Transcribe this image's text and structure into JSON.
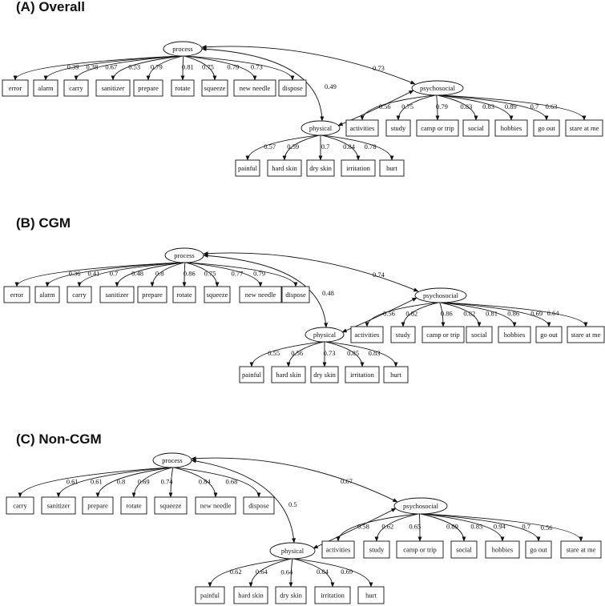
{
  "panels": [
    {
      "id": "overall",
      "title": "(A) Overall",
      "factors": {
        "process": "process",
        "physical": "physical",
        "psychosocial": "psychosocial"
      },
      "process_items": [
        {
          "label": "error",
          "loading": "0.39"
        },
        {
          "label": "alarm",
          "loading": "0.38"
        },
        {
          "label": "carry",
          "loading": "0.67"
        },
        {
          "label": "sanitizer",
          "loading": "0.53"
        },
        {
          "label": "prepare",
          "loading": "0.79"
        },
        {
          "label": "rotate",
          "loading": "0.81"
        },
        {
          "label": "squeeze",
          "loading": "0.75"
        },
        {
          "label": "new needle",
          "loading": "0.79"
        },
        {
          "label": "dispose",
          "loading": "0.73"
        }
      ],
      "physical_items": [
        {
          "label": "painful",
          "loading": "0.57"
        },
        {
          "label": "hard skin",
          "loading": "0.59"
        },
        {
          "label": "dry skin",
          "loading": "0.7"
        },
        {
          "label": "irritation",
          "loading": "0.84"
        },
        {
          "label": "hurt",
          "loading": "0.78"
        }
      ],
      "psychosocial_items": [
        {
          "label": "activities",
          "loading": "0.56"
        },
        {
          "label": "study",
          "loading": "0.75"
        },
        {
          "label": "camp or trip",
          "loading": "0.79"
        },
        {
          "label": "social",
          "loading": "0.83"
        },
        {
          "label": "hobbies",
          "loading": "0.83"
        },
        {
          "label": "go out",
          "loading": "0.89"
        },
        {
          "label": "stare at me",
          "loading": "0.7"
        }
      ],
      "extra_psych_label": "0.63",
      "cov_process_physical": "0.49",
      "cov_process_psychosocial": "0.73"
    },
    {
      "id": "cgm",
      "title": "(B) CGM",
      "factors": {
        "process": "process",
        "physical": "physical",
        "psychosocial": "psychosocial"
      },
      "process_items": [
        {
          "label": "error",
          "loading": "0.36"
        },
        {
          "label": "alarm",
          "loading": "0.41"
        },
        {
          "label": "carry",
          "loading": "0.7"
        },
        {
          "label": "sanitizer",
          "loading": "0.48"
        },
        {
          "label": "prepare",
          "loading": "0.8"
        },
        {
          "label": "rotate",
          "loading": "0.86"
        },
        {
          "label": "squeeze",
          "loading": "0.75"
        },
        {
          "label": "new needle",
          "loading": "0.77"
        },
        {
          "label": "dispose",
          "loading": "0.79"
        }
      ],
      "physical_items": [
        {
          "label": "painful",
          "loading": "0.55"
        },
        {
          "label": "hard skin",
          "loading": "0.56"
        },
        {
          "label": "dry skin",
          "loading": "0.73"
        },
        {
          "label": "irritation",
          "loading": "0.85"
        },
        {
          "label": "hurt",
          "loading": "0.83"
        }
      ],
      "psychosocial_items": [
        {
          "label": "activities",
          "loading": "0.56"
        },
        {
          "label": "study",
          "loading": "0.82"
        },
        {
          "label": "camp or trip",
          "loading": "0.86"
        },
        {
          "label": "social",
          "loading": "0.82"
        },
        {
          "label": "hobbies",
          "loading": "0.81"
        },
        {
          "label": "go out",
          "loading": "0.86"
        },
        {
          "label": "stare at me",
          "loading": "0.69"
        }
      ],
      "extra_psych_label": "0.64",
      "cov_process_physical": "0.48",
      "cov_process_psychosocial": "0.74"
    },
    {
      "id": "noncgm",
      "title": "(C) Non-CGM",
      "factors": {
        "process": "process",
        "physical": "physical",
        "psychosocial": "psychosocial"
      },
      "process_items": [
        {
          "label": "carry",
          "loading": "0.61"
        },
        {
          "label": "sanitizer",
          "loading": "0.61"
        },
        {
          "label": "prepare",
          "loading": "0.8"
        },
        {
          "label": "rotate",
          "loading": "0.69"
        },
        {
          "label": "squeeze",
          "loading": "0.74"
        },
        {
          "label": "new needle",
          "loading": "0.84"
        },
        {
          "label": "dispose",
          "loading": "0.68"
        }
      ],
      "physical_items": [
        {
          "label": "painful",
          "loading": "0.62"
        },
        {
          "label": "hard skin",
          "loading": "0.64"
        },
        {
          "label": "dry skin",
          "loading": "0.64"
        },
        {
          "label": "irritation",
          "loading": "0.84"
        },
        {
          "label": "hurt",
          "loading": "0.69"
        }
      ],
      "psychosocial_items": [
        {
          "label": "activities",
          "loading": "0.58"
        },
        {
          "label": "study",
          "loading": "0.62"
        },
        {
          "label": "camp or trip",
          "loading": "0.65"
        },
        {
          "label": "social",
          "loading": "0.89"
        },
        {
          "label": "hobbies",
          "loading": "0.85"
        },
        {
          "label": "go out",
          "loading": "0.94"
        },
        {
          "label": "stare at me",
          "loading": "0.7"
        }
      ],
      "extra_psych_label": "0.56",
      "cov_process_physical": "0.5",
      "cov_process_psychosocial": "0.67"
    }
  ]
}
